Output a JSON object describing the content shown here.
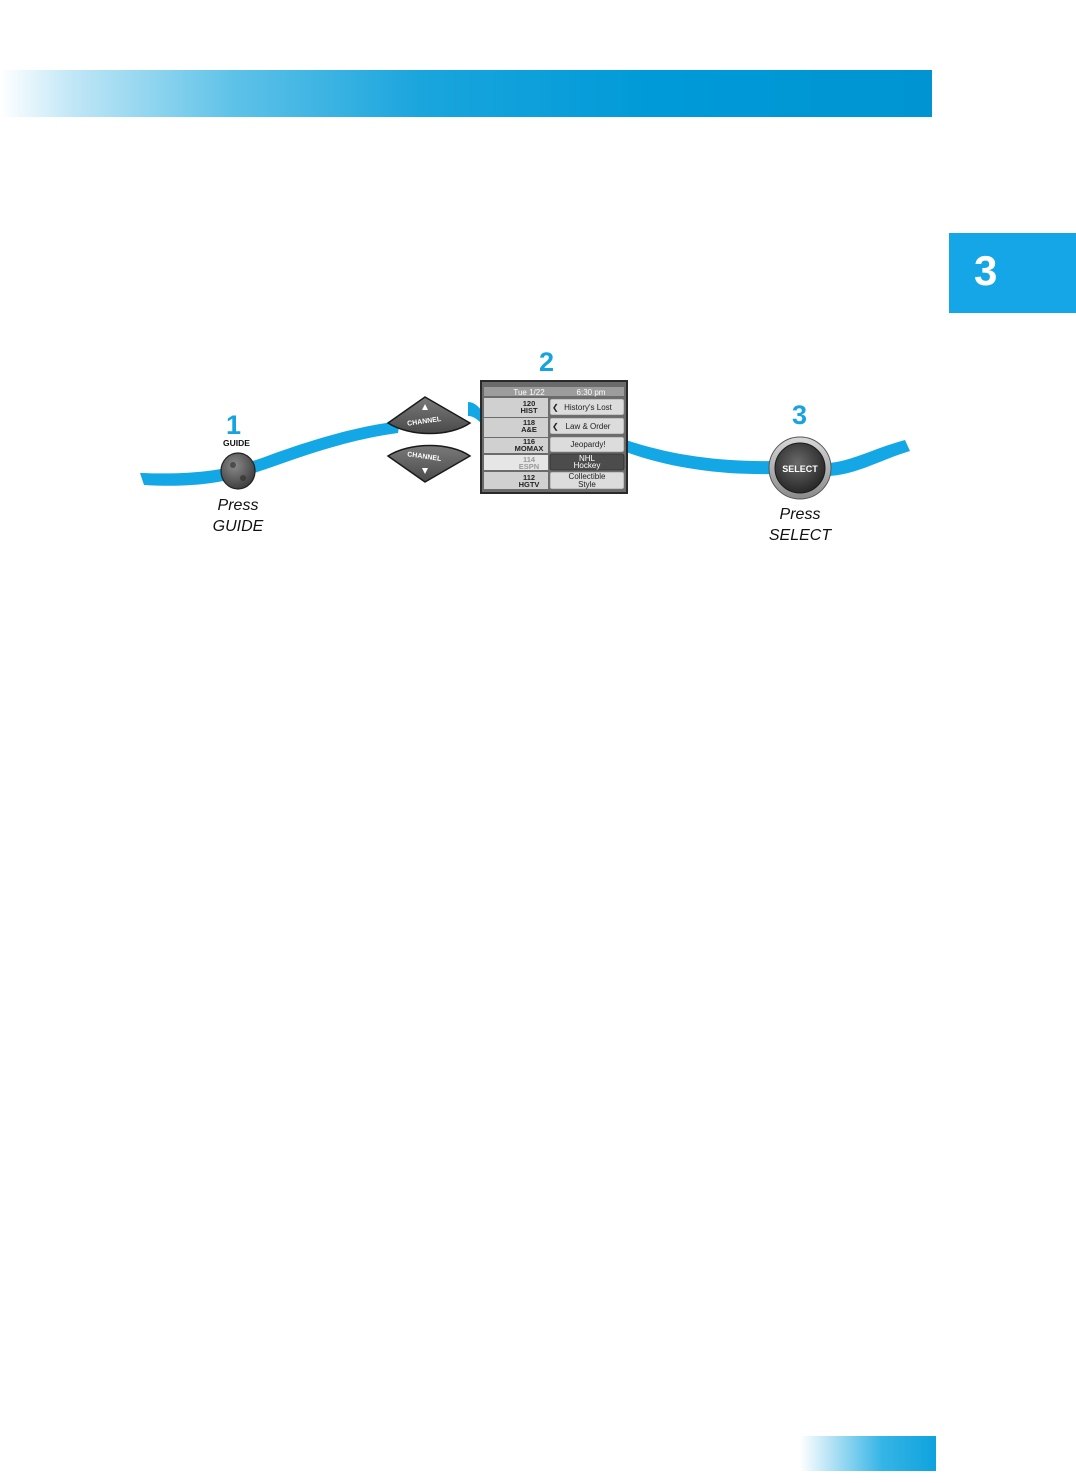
{
  "chapter": {
    "number": "3"
  },
  "steps": [
    {
      "number": "1",
      "button_label": "GUIDE",
      "caption_line1": "Press",
      "caption_line2": "GUIDE"
    },
    {
      "number": "2",
      "button_label": "CHANNEL"
    },
    {
      "number": "3",
      "button_label": "SELECT",
      "caption_line1": "Press",
      "caption_line2": "SELECT"
    }
  ],
  "guide": {
    "date": "Tue 1/22",
    "time": "6:30 pm",
    "rows": [
      {
        "ch_num": "120",
        "ch_name": "HIST",
        "program": "History's Lost"
      },
      {
        "ch_num": "118",
        "ch_name": "A&E",
        "program": "Law & Order"
      },
      {
        "ch_num": "116",
        "ch_name": "MOMAX",
        "program": "Jeopardy!"
      },
      {
        "ch_num": "114",
        "ch_name": "ESPN",
        "program_line1": "NHL",
        "program_line2": "Hockey"
      },
      {
        "ch_num": "112",
        "ch_name": "HGTV",
        "program_line1": "Collectible",
        "program_line2": "Style"
      }
    ]
  },
  "colors": {
    "accent": "#14a6e6",
    "ribbon": "#13a7e6"
  },
  "icons": {
    "guide_button": "round-button-icon",
    "channel_up": "channel-up-arrow-icon",
    "channel_down": "channel-down-arrow-icon",
    "select_button": "select-button-icon"
  }
}
